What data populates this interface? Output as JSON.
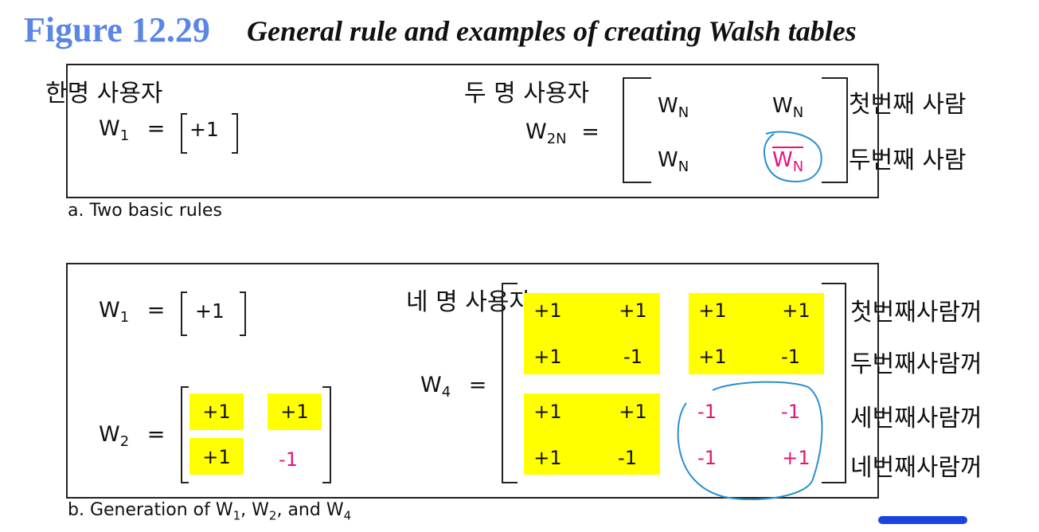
{
  "figure": {
    "number": "Figure 12.29",
    "title": "General rule and examples of creating Walsh tables"
  },
  "panel_a": {
    "caption": "a. Two basic rules",
    "label_one_user": "한명 사용자",
    "label_two_users": "두 명 사용자",
    "w1_lhs": "W",
    "w1_sub": "1",
    "w1_entry": "+1",
    "w2n_lhs": "W",
    "w2n_sub": "2N",
    "matrix_entry": "W",
    "matrix_sub": "N",
    "row_labels": [
      "첫번째 사람",
      "두번째 사람"
    ]
  },
  "panel_b": {
    "caption_prefix": "b. Generation of W",
    "caption_mid1": ", W",
    "caption_mid2": ", and W",
    "caption_subs": [
      "1",
      "2",
      "4"
    ],
    "label_four_users": "네 명 사용자",
    "w1_lhs": "W",
    "w1_sub": "1",
    "w1_entry": "+1",
    "w2_lhs": "W",
    "w2_sub": "2",
    "w2_entries": [
      [
        "+1",
        "+1"
      ],
      [
        "+1",
        "-1"
      ]
    ],
    "w4_lhs": "W",
    "w4_sub": "4",
    "w4_entries": [
      [
        "+1",
        "+1",
        "+1",
        "+1"
      ],
      [
        "+1",
        "-1",
        "+1",
        "-1"
      ],
      [
        "+1",
        "+1",
        "-1",
        "-1"
      ],
      [
        "+1",
        "-1",
        "-1",
        "+1"
      ]
    ],
    "row_labels": [
      "첫번째사람꺼",
      "두번째사람꺼",
      "세번째사람꺼",
      "네번째사람꺼"
    ]
  },
  "colors": {
    "figure_number": "#5b86e5",
    "highlight": "#ffff00",
    "negated_text": "#e6147a",
    "annotation_circle": "#2a8fd0",
    "bar": "#1a44e0"
  }
}
